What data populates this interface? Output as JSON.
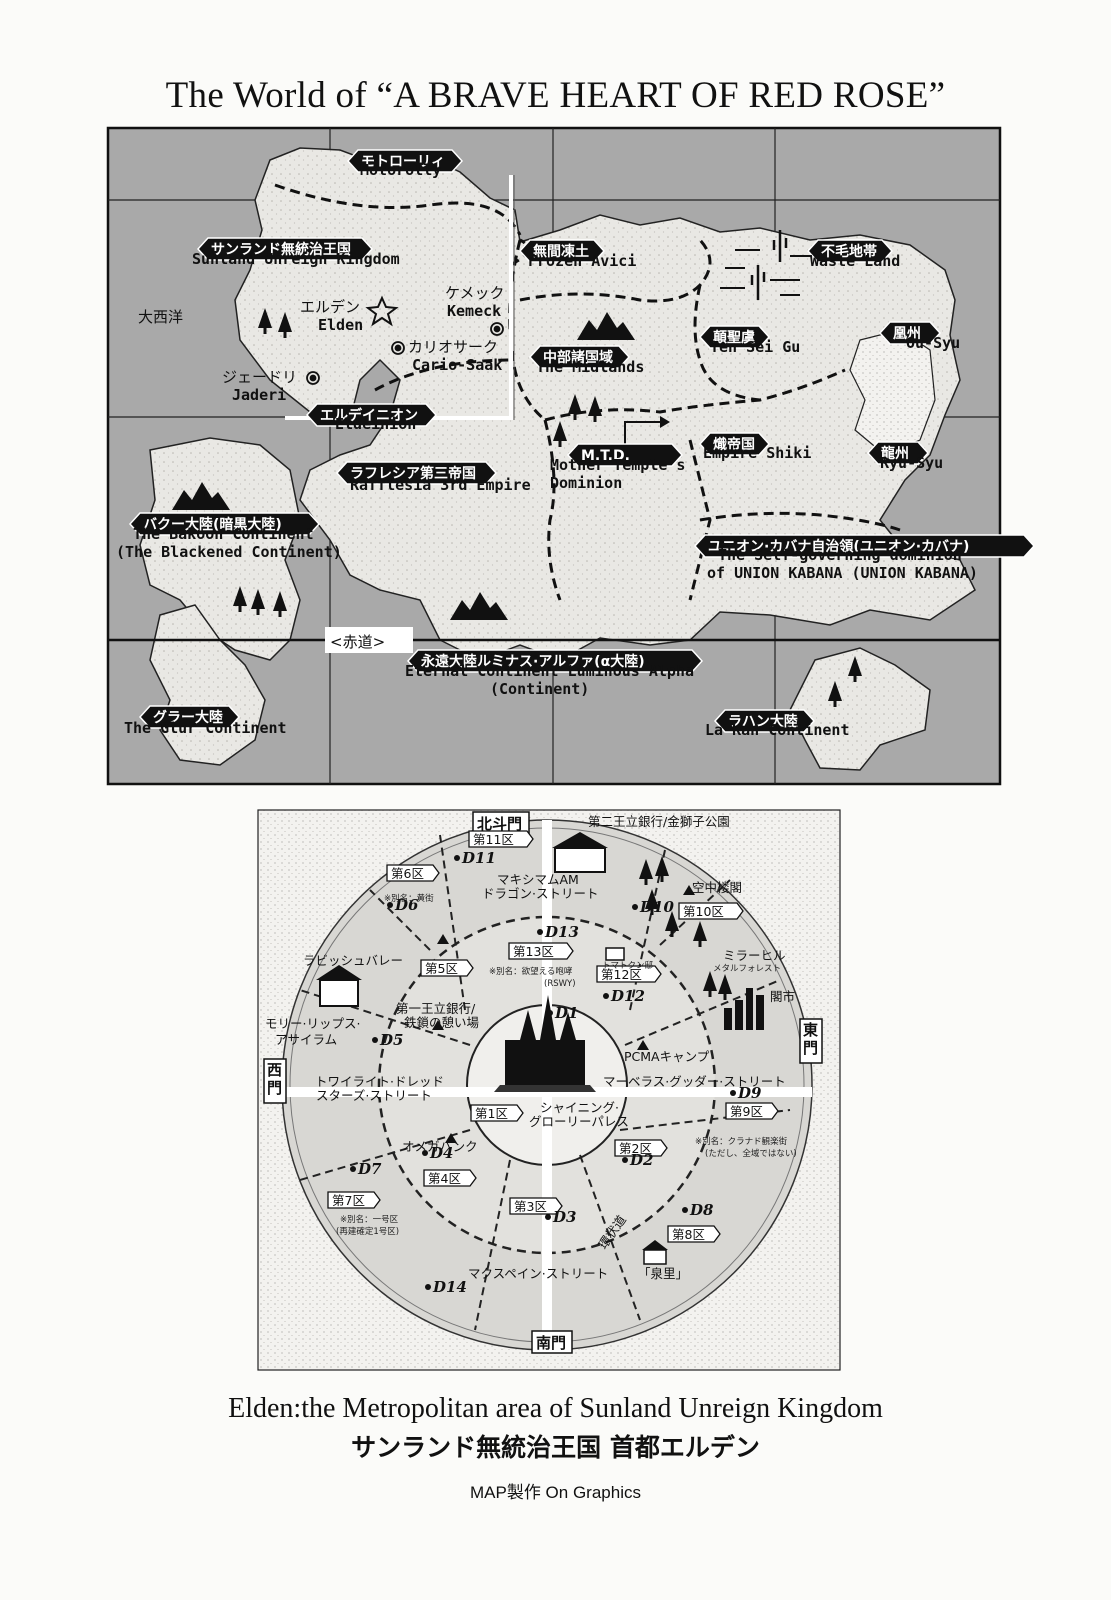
{
  "title": "The World of “A BRAVE HEART OF RED ROSE”",
  "world_map": {
    "regions": [
      {
        "jp": "モトローリィ",
        "en": "Motorolly"
      },
      {
        "jp": "サンランド無統治王国",
        "en": "Sunland Unreign Kingdom"
      },
      {
        "jp": "無間凍土",
        "en": "Frozen Avici"
      },
      {
        "jp": "不毛地帯",
        "en": "Waste Land"
      },
      {
        "jp": "顛聖虞",
        "en": "Ten Sei Gu"
      },
      {
        "jp": "凰州",
        "en": "Ou-Syu"
      },
      {
        "jp": "中部諸国域",
        "en": "The Midlands"
      },
      {
        "jp": "エルデイニオン",
        "en": "Eldeinion"
      },
      {
        "jp": "M.T.D.",
        "en": "Mother Temple's",
        "en2": "Dominion"
      },
      {
        "jp": "熾帝国",
        "en": "Empire Shiki"
      },
      {
        "jp": "龍州",
        "en": "Ryu-Syu"
      },
      {
        "jp": "ラフレシア第三帝国",
        "en": "Rafflesia 3rd Empire"
      },
      {
        "jp": "バクー大陸(暗黒大陸)",
        "en": "The Bakoon Continent",
        "en2": "(The Blackened Continent)"
      },
      {
        "jp": "ユニオン·カバナ自治領(ユニオン·カバナ)",
        "en": "The Self-governing dominion",
        "en2": "of UNION KABANA (UNION KABANA)"
      },
      {
        "jp": "永遠大陸ルミナス·アルファ(α大陸)",
        "en": "Eternal Continent Luminous Alpha",
        "en2": "(Continent)"
      },
      {
        "jp": "グラー大陸",
        "en": "The Glur Continent"
      },
      {
        "jp": "ラハン大陸",
        "en": "La Kan Continent"
      }
    ],
    "cities": [
      {
        "jp": "エルデン",
        "en": "Elden"
      },
      {
        "jp": "ケメック",
        "en": "Kemeck"
      },
      {
        "jp": "カリオサーク",
        "en": "Cario-Saak"
      },
      {
        "jp": "ジェードリ",
        "en": "Jaderi"
      }
    ],
    "ocean": "大西洋",
    "equator": "<赤道>"
  },
  "city_map": {
    "gates": {
      "north": "北斗門",
      "east": "東門",
      "west": "西門",
      "south": "南門"
    },
    "districts": [
      {
        "id": "d1",
        "sign": "第1区",
        "label": "D1"
      },
      {
        "id": "d2",
        "sign": "第2区",
        "label": "D2"
      },
      {
        "id": "d3",
        "sign": "第3区",
        "label": "D3"
      },
      {
        "id": "d4",
        "sign": "第4区",
        "label": "D4"
      },
      {
        "id": "d5",
        "sign": "第5区",
        "label": "D5"
      },
      {
        "id": "d6",
        "sign": "第6区",
        "label": "D6"
      },
      {
        "id": "d7",
        "sign": "第7区",
        "label": "D7"
      },
      {
        "id": "d8",
        "sign": "第8区",
        "label": "D8"
      },
      {
        "id": "d9",
        "sign": "第9区",
        "label": "D9"
      },
      {
        "id": "d10",
        "sign": "第10区",
        "label": "D10"
      },
      {
        "id": "d11",
        "sign": "第11区",
        "label": "D11"
      },
      {
        "id": "d12",
        "sign": "第12区",
        "label": "D12"
      },
      {
        "id": "d13",
        "sign": "第13区",
        "label": "D13"
      },
      {
        "id": "d14",
        "sign": "",
        "label": "D14"
      }
    ],
    "places": {
      "second_bank": "第二王立銀行/金獅子公園",
      "maximam_1": "マキシマムAM",
      "maximam_2": "ドラゴン·ストリート",
      "sky_tower": "空中楼閣",
      "rabbish": "ラビッシュバレー",
      "mira_hill": "ミラーヒル",
      "mira_forest": "メタルフォレスト",
      "tomato": "トマトクン邸",
      "kanshi": "閣市",
      "first_bank_1": "第一王立銀行/",
      "first_bank_2": "鉄鎖の憩い場",
      "molly_1": "モリー·リップス·",
      "molly_2": "アサイラム",
      "pcma": "PCMAキャンプ",
      "twilight_1": "トワイライト·ドレッド",
      "twilight_2": "スターズ·ストリート",
      "marvelous": "マーベラス·グッダー·ストリート",
      "shining_1": "シャイニング·",
      "shining_2": "グローリーパレス",
      "omega": "オメガバンク",
      "maxpain": "マクスペイン·ストリート",
      "izumi": "「泉里」",
      "canal": "環状道"
    },
    "notes": {
      "d6": "※別名：黄街",
      "d13": "※別名：欲望える咆哮",
      "d13b": "(RSWY)",
      "d7a": "※別名：一号区",
      "d7b": "(再建確定1号区)",
      "d9a": "※別名：クラナド観楽街",
      "d9b": "(ただし、全域ではない)"
    }
  },
  "caption": {
    "en": "Elden:the Metropolitan area of  Sunland Unreign Kingdom",
    "jp": "サンランド無統治王国 首都エルデン"
  },
  "credit": "MAP製作  On Graphics"
}
